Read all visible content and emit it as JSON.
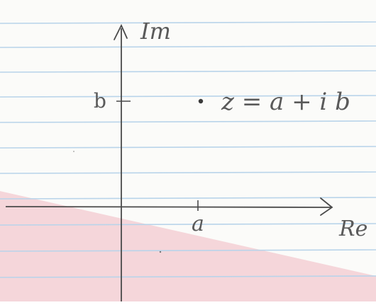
{
  "axes": {
    "imaginary_label": "Im",
    "real_label": "Re",
    "a_label": "a",
    "b_label": "b"
  },
  "point": {
    "equation": "z = a + i b"
  },
  "colors": {
    "paper": "#fbfbf9",
    "ruled_line": "#b9d4ea",
    "pencil": "#4a4a4a",
    "pink_band": "#f3c9cf"
  }
}
